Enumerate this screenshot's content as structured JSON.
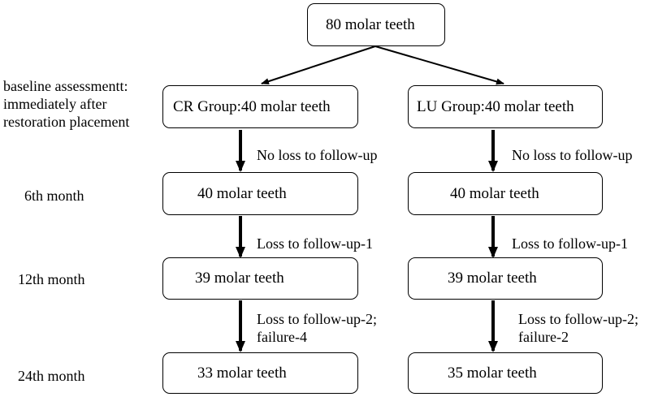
{
  "root": {
    "label": "80 molar teeth"
  },
  "row_labels": {
    "baseline": [
      "baseline assessmentt:",
      "immediately after",
      "restoration placement"
    ],
    "month6": "6th month",
    "month12": "12th month",
    "month24": "24th month"
  },
  "cr": {
    "group": "CR Group:40 molar teeth",
    "m6": "40 molar teeth",
    "m12": "39 molar teeth",
    "m24": "33 molar teeth",
    "note1": "No loss to follow-up",
    "note2": "Loss to follow-up-1",
    "note3": [
      "Loss to follow-up-2;",
      "failure-4"
    ]
  },
  "lu": {
    "group": "LU Group:40 molar teeth",
    "m6": "40 molar teeth",
    "m12": "39 molar teeth",
    "m24": "35 molar teeth",
    "note1": "No loss to follow-up",
    "note2": "Loss to follow-up-1",
    "note3": [
      "Loss to follow-up-2;",
      "failure-2"
    ]
  }
}
